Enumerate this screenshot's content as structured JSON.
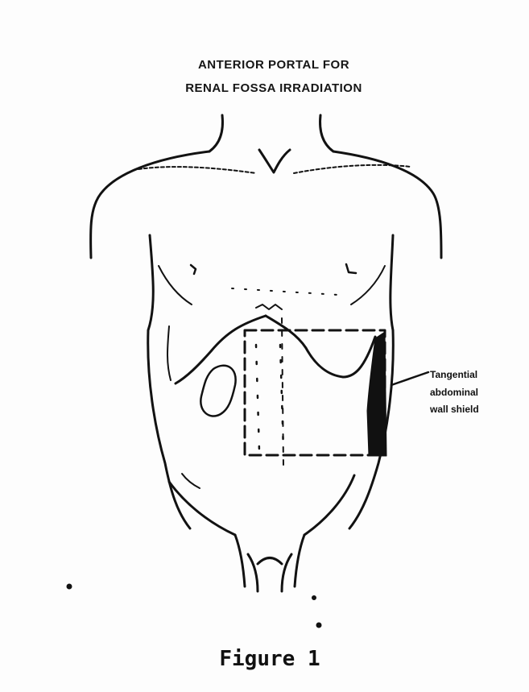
{
  "figure": {
    "title_line1": "ANTERIOR PORTAL FOR",
    "title_line2": "RENAL FOSSA IRRADIATION",
    "callout_line1": "Tangential",
    "callout_line2": "abdominal",
    "callout_line3": "wall shield",
    "caption": "Figure 1"
  }
}
